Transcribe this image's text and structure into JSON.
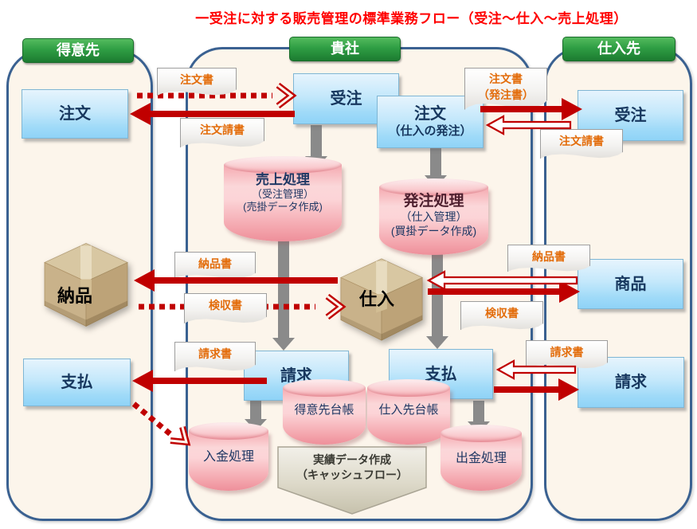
{
  "title": "一受注に対する販売管理の標準業務フロー（受注～仕入～売上処理）",
  "columns": {
    "customer": {
      "header": "得意先"
    },
    "company": {
      "header": "貴社"
    },
    "supplier": {
      "header": "仕入先"
    }
  },
  "process_boxes": {
    "customer_order": "注文",
    "company_order": "受注",
    "company_purchase_order": {
      "line1": "注文",
      "line2": "（仕入の発注）"
    },
    "supplier_order": "受注",
    "supplier_goods": "商品",
    "customer_payment": "支払",
    "company_billing": "請求",
    "company_payment": "支払",
    "supplier_billing": "請求"
  },
  "packages": {
    "delivery": "納品",
    "purchase": "仕入"
  },
  "databases": {
    "sales": {
      "line1": "売上処理",
      "line2": "（受注管理）",
      "line3": "(売掛データ作成)"
    },
    "ordering": {
      "line1": "発注処理",
      "line2": "（仕入管理）",
      "line3": "(買掛データ作成)"
    },
    "customer_ledger": "得意先台帳",
    "supplier_ledger": "仕入先台帳",
    "deposit": "入金処理",
    "withdrawal": "出金処理"
  },
  "documents": {
    "order_form_left": "注文書",
    "order_acceptance_left": "注文請書",
    "order_form_right": {
      "line1": "注文書",
      "line2": "（発注書）"
    },
    "order_acceptance_right": "注文請書",
    "delivery_slip_left": "納品書",
    "inspection_slip_left": "検収書",
    "delivery_slip_right": "納品書",
    "inspection_slip_right": "検収書",
    "invoice_left": "請求書",
    "invoice_right": "請求書"
  },
  "result_arrow": {
    "line1": "実績データ作成",
    "line2": "（キャッシュフロー）"
  },
  "colors": {
    "title_red": "#FF0000",
    "arrow_red": "#C00000",
    "doc_orange": "#E36C0A",
    "header_green": "#2F9E44",
    "box_blue": "#9FDAF8",
    "box_text_navy": "#17375E",
    "cylinder_pink": "#F3A2AA",
    "container_cream": "#FCF5EB",
    "border_navy": "#3A6191",
    "gray_arrow": "#8A8A8A"
  }
}
